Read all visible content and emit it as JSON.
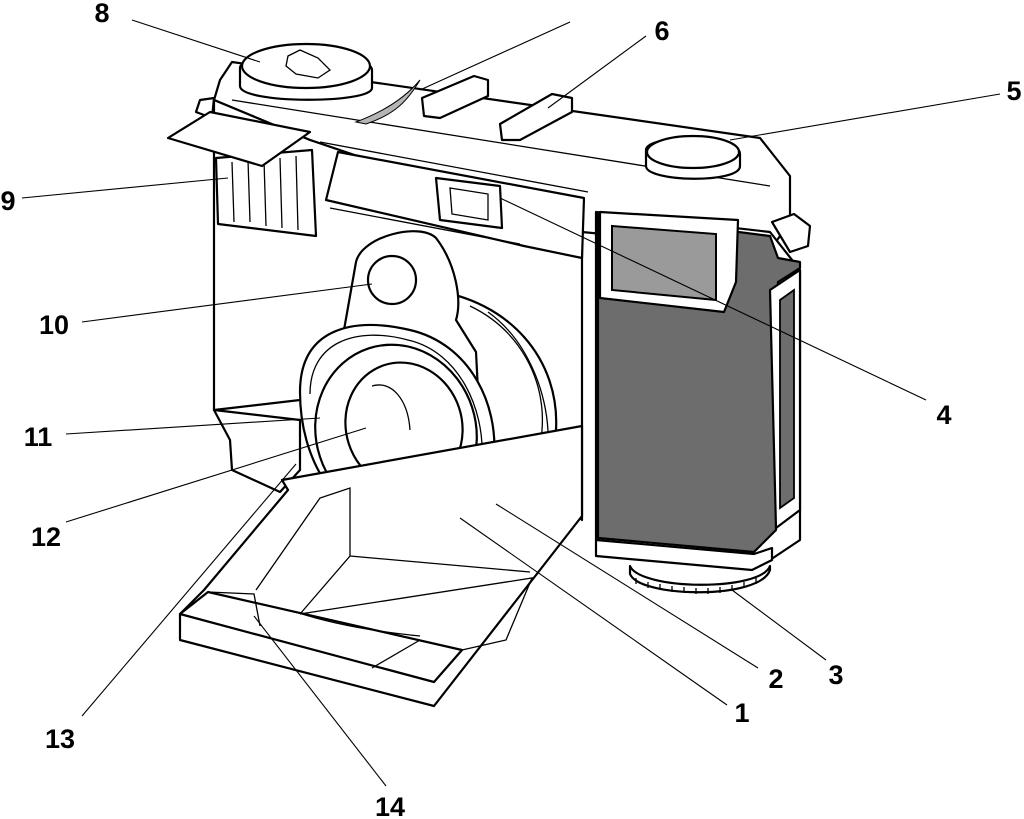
{
  "callouts": [
    {
      "label": "1"
    },
    {
      "label": "2"
    },
    {
      "label": "3"
    },
    {
      "label": "4"
    },
    {
      "label": "5"
    },
    {
      "label": "6"
    },
    {
      "label": "8"
    },
    {
      "label": "9"
    },
    {
      "label": "10"
    },
    {
      "label": "11"
    },
    {
      "label": "12"
    },
    {
      "label": "13"
    },
    {
      "label": "14"
    }
  ],
  "colors": {
    "line": "#000000",
    "body_fill": "#ffffff",
    "leatherette": "#6d6d6d",
    "window_gray": "#9a9a9a",
    "accent_gray": "#b5b5b5"
  },
  "icons": [
    "camera-illustration"
  ]
}
